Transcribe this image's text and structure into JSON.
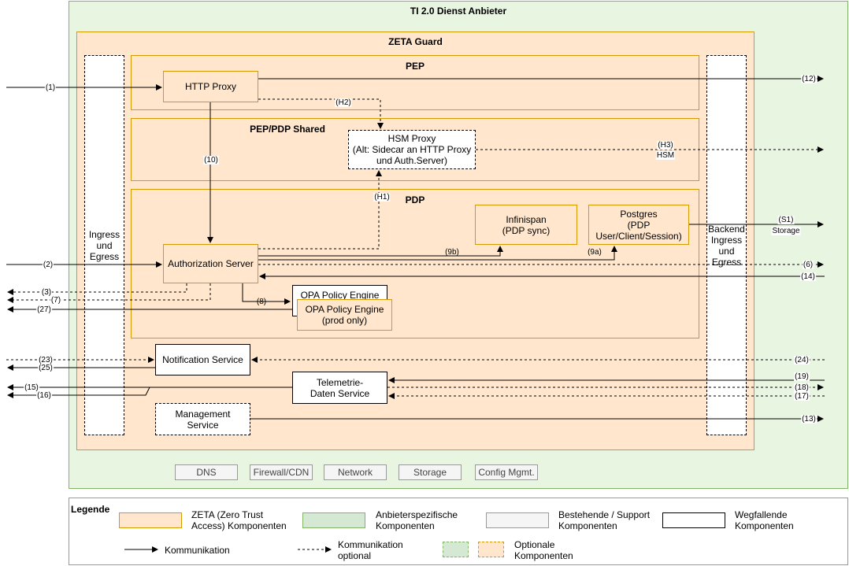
{
  "provider": {
    "title": "TI 2.0 Dienst Anbieter"
  },
  "zeta_guard": {
    "title": "ZETA Guard"
  },
  "ingress_left": {
    "label": "Ingress\nund\nEgress"
  },
  "backend_ingress": {
    "label": "Backend\nIngress\nund\nEgress"
  },
  "pep": {
    "title": "PEP",
    "http_proxy": "HTTP Proxy"
  },
  "shared": {
    "title": "PEP/PDP Shared",
    "hsm_proxy": "HSM Proxy\n(Alt: Sidecar an HTTP Proxy\nund Auth.Server)"
  },
  "pdp": {
    "title": "PDP",
    "infinispan": "Infinispan\n(PDP sync)",
    "postgres": "Postgres\n(PDP\nUser/Client/Session)",
    "auth_server": "Authorization Server",
    "opa_back": "OPA Policy Engine",
    "opa_front": "OPA Policy Engine\n(prod only)"
  },
  "services": {
    "notification": "Notification Service",
    "telemetry": "Telemetrie-\nDaten Service",
    "management": "Management\nService"
  },
  "support": [
    "DNS",
    "Firewall/CDN",
    "Network",
    "Storage",
    "Config Mgmt."
  ],
  "edge_labels": {
    "e1": "(1)",
    "e2": "(2)",
    "e3": "(3)",
    "e6": "(6)",
    "e7": "(7)",
    "e8": "(8)",
    "e9a": "(9a)",
    "e9b": "(9b)",
    "e10": "(10)",
    "e12": "(12)",
    "e13": "(13)",
    "e14": "(14)",
    "e15": "(15)",
    "e16": "(16)",
    "e17": "(17)",
    "e18": "(18)",
    "e19": "(19)",
    "e23": "(23)",
    "e24": "(24)",
    "e25": "(25)",
    "e27": "(27)",
    "h1": "(H1)",
    "h2": "(H2)",
    "h3": "(H3)",
    "h3_sub": "HSM",
    "s1": "(S1)",
    "s1_sub": "Storage"
  },
  "legend": {
    "title": "Legende",
    "zeta": "ZETA (Zero Trust\nAccess) Komponenten",
    "provider": "Anbieterspezifische\nKomponenten",
    "existing": "Bestehende / Support\nKomponenten",
    "removed": "Wegfallende\nKomponenten",
    "comm": "Kommunikation",
    "comm_optional": "Kommunikation\noptional",
    "optional": "Optionale\nKomponenten"
  },
  "colors": {
    "zeta_fill": "#ffe6cc",
    "zeta_border": "#d79b00",
    "provider_fill": "#e8f5e1",
    "provider_border": "#82b366",
    "support_fill": "#f5f5f5",
    "support_border": "#999999"
  }
}
